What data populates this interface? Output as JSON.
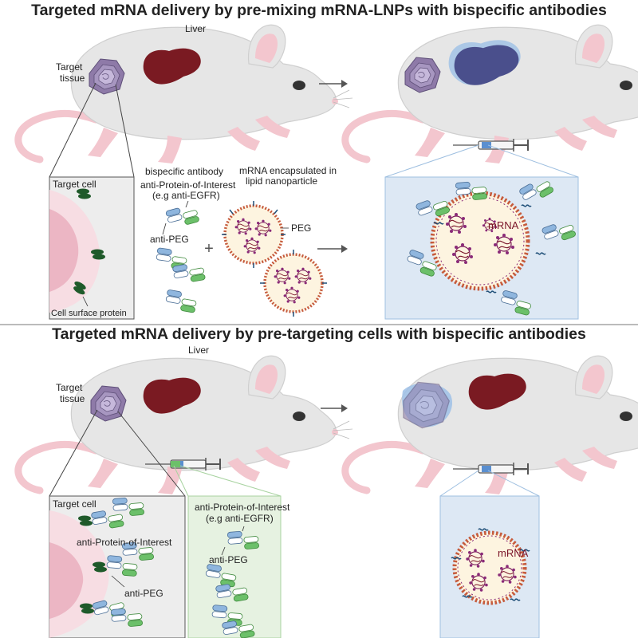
{
  "top": {
    "title": "Targeted mRNA delivery by pre-mixing mRNA-LNPs with bispecific antibodies",
    "liver": "Liver",
    "target_tissue_1": "Target",
    "target_tissue_2": "tissue",
    "target_cell": "Target cell",
    "cell_surface_protein": "Cell surface protein",
    "bispecific_antibody": "bispecific antibody",
    "anti_poi_1": "anti-Protein-of-Interest",
    "anti_poi_2": "(e.g anti-EGFR)",
    "anti_peg": "anti-PEG",
    "mrna_encap_1": "mRNA encapsulated in",
    "mrna_encap_2": "lipid nanoparticle",
    "peg": "PEG",
    "plus": "+",
    "mrna": "mRNA"
  },
  "bottom": {
    "title": "Targeted mRNA delivery by pre-targeting cells with bispecific antibodies",
    "liver": "Liver",
    "target_tissue_1": "Target",
    "target_tissue_2": "tissue",
    "target_cell": "Target cell",
    "anti_poi": "anti-Protein-of-Interest",
    "anti_peg": "anti-PEG",
    "anti_poi_1": "anti-Protein-of-Interest",
    "anti_poi_2": "(e.g anti-EGFR)",
    "anti_peg_2": "anti-PEG",
    "mrna": "mRNA"
  },
  "colors": {
    "liver": "#7a1a22",
    "liver_targeted": "#4a4f8c",
    "mouse_body": "#e6e6e6",
    "tail": "#f3c6ce",
    "antibody_blue": "#8fb6de",
    "antibody_green": "#6cc06a",
    "receptor_dark_green": "#1f5a2a",
    "panel_blue": "#dde8f4",
    "panel_green": "#e6f2e1",
    "panel_gray": "#ededed"
  }
}
